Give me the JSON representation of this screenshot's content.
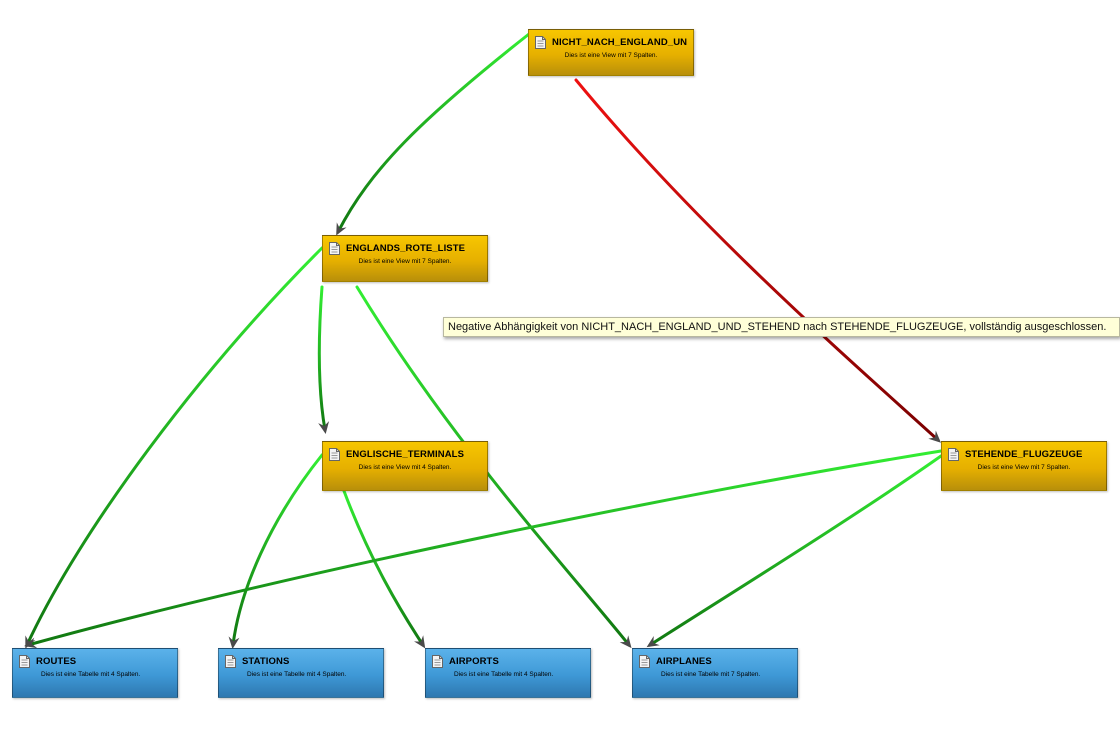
{
  "nodes": {
    "nicht_nach_england": {
      "title": "NICHT_NACH_ENGLAND_UN",
      "desc": "Dies ist eine View mit 7 Spalten.",
      "kind": "view"
    },
    "englands_rote_liste": {
      "title": "ENGLANDS_ROTE_LISTE",
      "desc": "Dies ist eine View mit 7 Spalten.",
      "kind": "view"
    },
    "englische_terminals": {
      "title": "ENGLISCHE_TERMINALS",
      "desc": "Dies ist eine View mit 4 Spalten.",
      "kind": "view"
    },
    "stehende_flugzeuge": {
      "title": "STEHENDE_FLUGZEUGE",
      "desc": "Dies ist eine View mit 7 Spalten.",
      "kind": "view"
    },
    "routes": {
      "title": "ROUTES",
      "desc": "Dies ist eine Tabelle mit 4 Spalten.",
      "kind": "table"
    },
    "stations": {
      "title": "STATIONS",
      "desc": "Dies ist eine Tabelle mit 4 Spalten.",
      "kind": "table"
    },
    "airports": {
      "title": "AIRPORTS",
      "desc": "Dies ist eine Tabelle mit 4 Spalten.",
      "kind": "table"
    },
    "airplanes": {
      "title": "AIRPLANES",
      "desc": "Dies ist eine Tabelle mit 7 Spalten.",
      "kind": "table"
    }
  },
  "edges": [
    {
      "from": "nicht_nach_england",
      "to": "englands_rote_liste",
      "type": "positive"
    },
    {
      "from": "nicht_nach_england",
      "to": "stehende_flugzeuge",
      "type": "negative"
    },
    {
      "from": "englands_rote_liste",
      "to": "englische_terminals",
      "type": "positive"
    },
    {
      "from": "englands_rote_liste",
      "to": "routes",
      "type": "positive"
    },
    {
      "from": "englands_rote_liste",
      "to": "airplanes",
      "type": "positive"
    },
    {
      "from": "englische_terminals",
      "to": "stations",
      "type": "positive"
    },
    {
      "from": "englische_terminals",
      "to": "airports",
      "type": "positive"
    },
    {
      "from": "stehende_flugzeuge",
      "to": "routes",
      "type": "positive"
    },
    {
      "from": "stehende_flugzeuge",
      "to": "airplanes",
      "type": "positive"
    }
  ],
  "tooltip": {
    "text": "Negative Abhängigkeit von NICHT_NACH_ENGLAND_UND_STEHEND nach STEHENDE_FLUGZEUGE, vollständig ausgeschlossen."
  },
  "colors": {
    "view_fill": "#f0bc00",
    "table_fill": "#3e98d6",
    "positive_start": "#33ee33",
    "positive_end": "#117711",
    "negative_start": "#ee1111",
    "negative_end": "#7a0000",
    "arrowhead": "#4a4a4a",
    "tooltip_bg": "#ffffd8"
  }
}
